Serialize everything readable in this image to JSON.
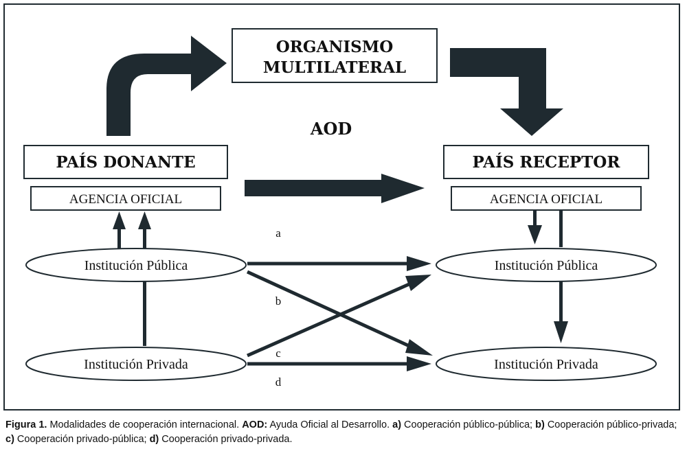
{
  "diagram": {
    "organismo_line1": "ORGANISMO",
    "organismo_line2": "MULTILATERAL",
    "aod": "AOD",
    "pais_donante": "PAÍS DONANTE",
    "pais_receptor": "PAÍS RECEPTOR",
    "agencia_donante": "AGENCIA OFICIAL",
    "agencia_receptor": "AGENCIA OFICIAL",
    "publica_donante": "Institución Pública",
    "privada_donante": "Institución Privada",
    "publica_receptor": "Institución Pública",
    "privada_receptor": "Institución Privada",
    "label_a": "a",
    "label_b": "b",
    "label_c": "c",
    "label_d": "d"
  },
  "caption": {
    "figure_label": "Figura 1.",
    "text1": " Modalidades de cooperación internacional. ",
    "aod_label": "AOD:",
    "text2": " Ayuda Oficial al Desarrollo. ",
    "a_label": "a)",
    "a_text": " Cooperación público-pública; ",
    "b_label": "b)",
    "b_text": " Cooperación público-privada; ",
    "c_label": "c)",
    "c_text": " Cooperación privado-pública; ",
    "d_label": "d)",
    "d_text": " Cooperación privado-privada."
  }
}
